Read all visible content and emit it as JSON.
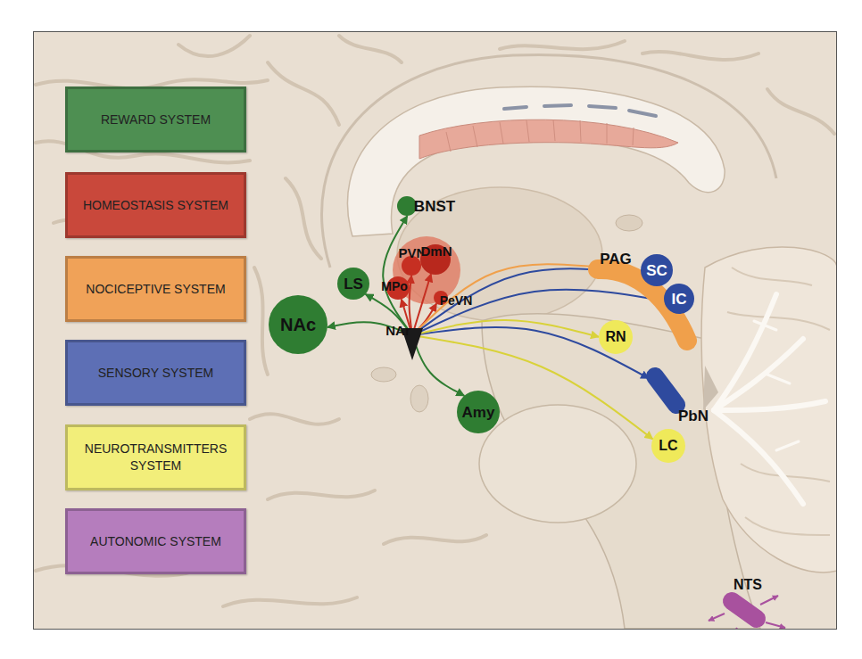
{
  "diagram": {
    "nodes": [
      {
        "text": [
          "BNST"
        ]
      },
      {
        "text": [
          "PVN"
        ]
      },
      {
        "text": [
          "DmN"
        ]
      },
      {
        "text": [
          "LS"
        ]
      },
      {
        "text": [
          "MPo"
        ]
      },
      {
        "text": [
          "PeVN"
        ]
      },
      {
        "text": [
          "NAc"
        ]
      },
      {
        "text": [
          "NAr"
        ]
      },
      {
        "text": [
          "Amy"
        ]
      },
      {
        "text": [
          "PAG"
        ]
      },
      {
        "text": [
          "SC"
        ]
      },
      {
        "text": [
          "IC"
        ]
      },
      {
        "text": [
          "RN"
        ]
      },
      {
        "text": [
          "PbN"
        ]
      },
      {
        "text": [
          "LC"
        ]
      },
      {
        "text": [
          "NTS"
        ]
      }
    ],
    "edges": [
      {
        "from": 7,
        "to": 0,
        "arrow": "to"
      },
      {
        "from": 7,
        "to": 1,
        "arrow": "to"
      },
      {
        "from": 7,
        "to": 2,
        "arrow": "to"
      },
      {
        "from": 7,
        "to": 4,
        "arrow": "to"
      },
      {
        "from": 7,
        "to": 5,
        "arrow": "to"
      },
      {
        "from": 7,
        "to": 3,
        "arrow": "to"
      },
      {
        "from": 7,
        "to": 6,
        "arrow": "to"
      },
      {
        "from": 7,
        "to": 8,
        "arrow": "to"
      },
      {
        "from": 7,
        "to": 9,
        "arrow": "to"
      },
      {
        "from": 7,
        "to": 10,
        "arrow": "to"
      },
      {
        "from": 7,
        "to": 11,
        "arrow": "to"
      },
      {
        "from": 7,
        "to": 13,
        "arrow": "to"
      },
      {
        "from": 7,
        "to": 12,
        "arrow": "to"
      },
      {
        "from": 7,
        "to": 14,
        "arrow": "to"
      }
    ],
    "legend": [
      {
        "text": "REWARD SYSTEM",
        "color": "#4e8f52"
      },
      {
        "text": "HOMEOSTASIS SYSTEM",
        "color": "#c9483b"
      },
      {
        "text": "NOCICEPTIVE SYSTEM",
        "color": "#f0a258"
      },
      {
        "text": "SENSORY SYSTEM",
        "color": "#5d6fb5"
      },
      {
        "text": "NEUROTRANSMITTERS SYSTEM",
        "color": "#f2ee7a"
      },
      {
        "text": "AUTONOMIC SYSTEM",
        "color": "#b57dbd"
      }
    ]
  }
}
